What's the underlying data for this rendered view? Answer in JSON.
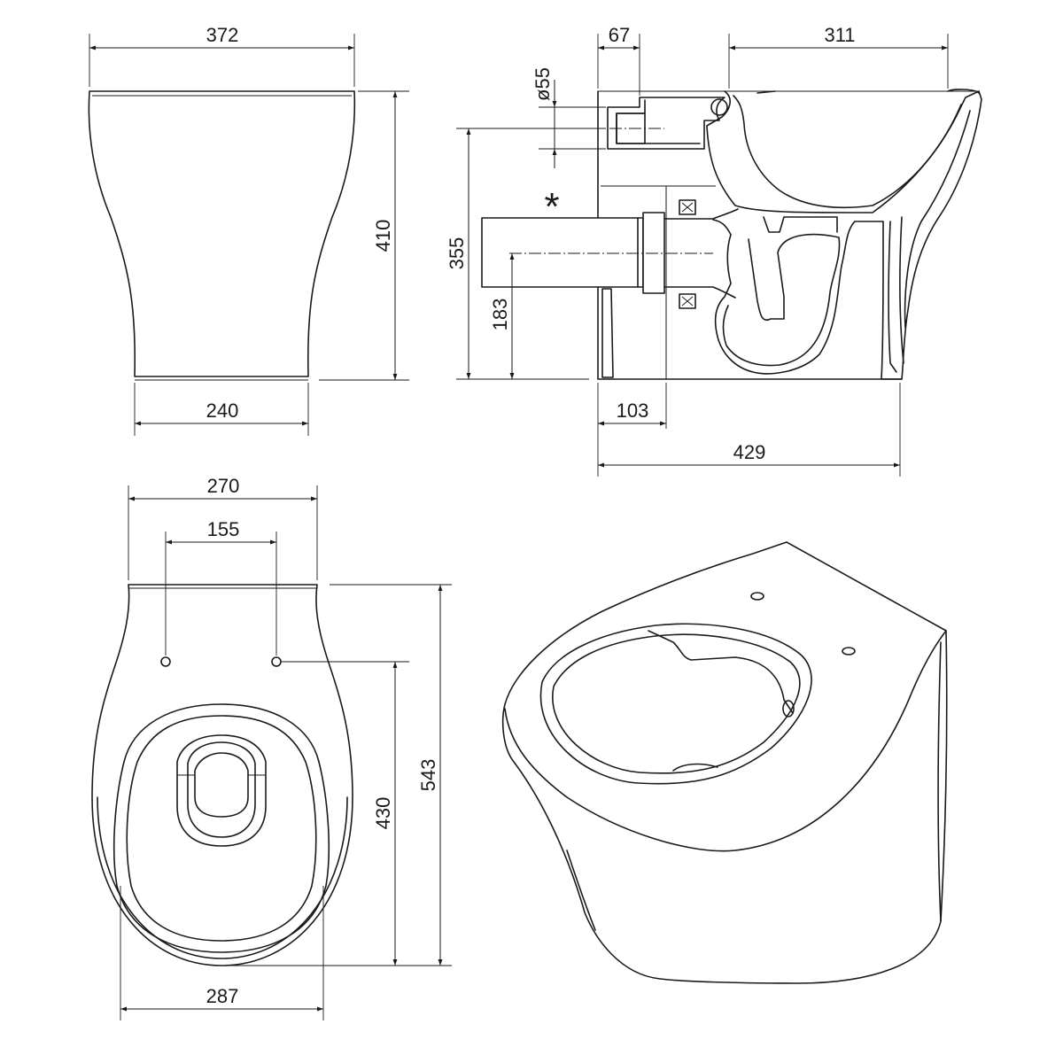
{
  "dimensions": {
    "front_top_width": "372",
    "front_height": "410",
    "front_base_width": "240",
    "side_outlet_offset": "67",
    "side_top_depth": "311",
    "inlet_diameter": "ø55",
    "inlet_height": "355",
    "outlet_height": "183",
    "outlet_projection": "103",
    "side_total_depth": "429",
    "plan_rear_width": "270",
    "fixing_centres": "155",
    "plan_fixing_to_front": "430",
    "plan_total_length": "543",
    "plan_max_width": "287"
  },
  "annotations": {
    "asterisk": "*"
  }
}
